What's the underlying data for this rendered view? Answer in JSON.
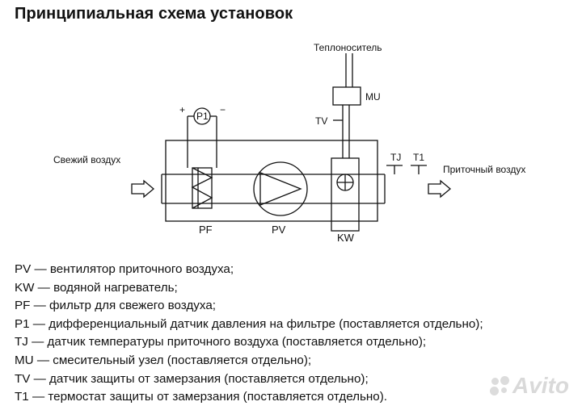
{
  "title": "Принципиальная схема установок",
  "diagram": {
    "labels": {
      "heat_carrier": "Теплоноситель",
      "mu": "MU",
      "tv": "TV",
      "p1": "P1",
      "plus": "+",
      "minus": "−",
      "fresh_air": "Свежий воздух",
      "supply_air": "Приточный воздух",
      "tj": "TJ",
      "t1": "T1",
      "pf": "PF",
      "pv": "PV",
      "kw": "KW"
    }
  },
  "legend": [
    "PV — вентилятор приточного воздуха;",
    "KW — водяной нагреватель;",
    "PF — фильтр для свежего воздуха;",
    "P1 —  дифференциальный датчик давления на фильтре (поставляется отдельно);",
    "TJ — датчик температуры приточного воздуха (поставляется отдельно);",
    "MU — смесительный узел (поставляется отдельно);",
    "TV — датчик защиты от замерзания (поставляется отдельно);",
    "T1 — термостат защиты от замерзания (поставляется отдельно)."
  ],
  "watermark": "Avito"
}
